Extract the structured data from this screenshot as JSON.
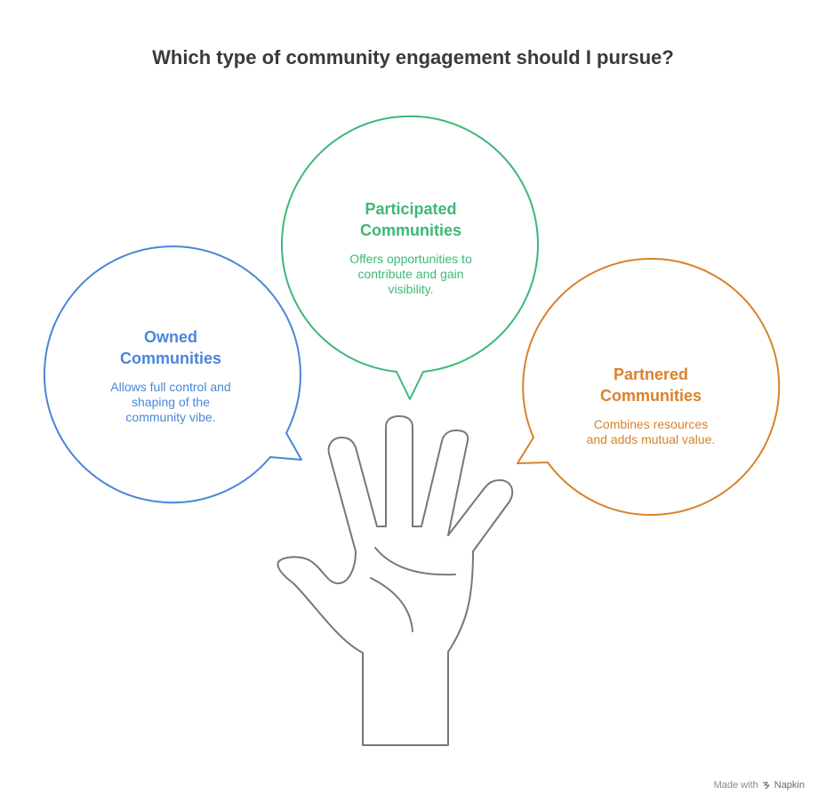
{
  "title": "Which type of community engagement should I pursue?",
  "colors": {
    "owned": "#4a86d9",
    "participated": "#3cb878",
    "partnered": "#d9822b",
    "hand": "#777777",
    "title": "#3a3a3a"
  },
  "bubbles": {
    "owned": {
      "heading_line1": "Owned",
      "heading_line2": "Communities",
      "desc_line1": "Allows full control and",
      "desc_line2": "shaping of the",
      "desc_line3": "community vibe."
    },
    "participated": {
      "heading_line1": "Participated",
      "heading_line2": "Communities",
      "desc_line1": "Offers opportunities to",
      "desc_line2": "contribute and gain",
      "desc_line3": "visibility."
    },
    "partnered": {
      "heading_line1": "Partnered",
      "heading_line2": "Communities",
      "desc_line1": "Combines resources",
      "desc_line2": "and adds mutual value."
    }
  },
  "credit": {
    "prefix": "Made with",
    "brand": "Napkin",
    "logo_icon": "napkin-logo-icon"
  }
}
